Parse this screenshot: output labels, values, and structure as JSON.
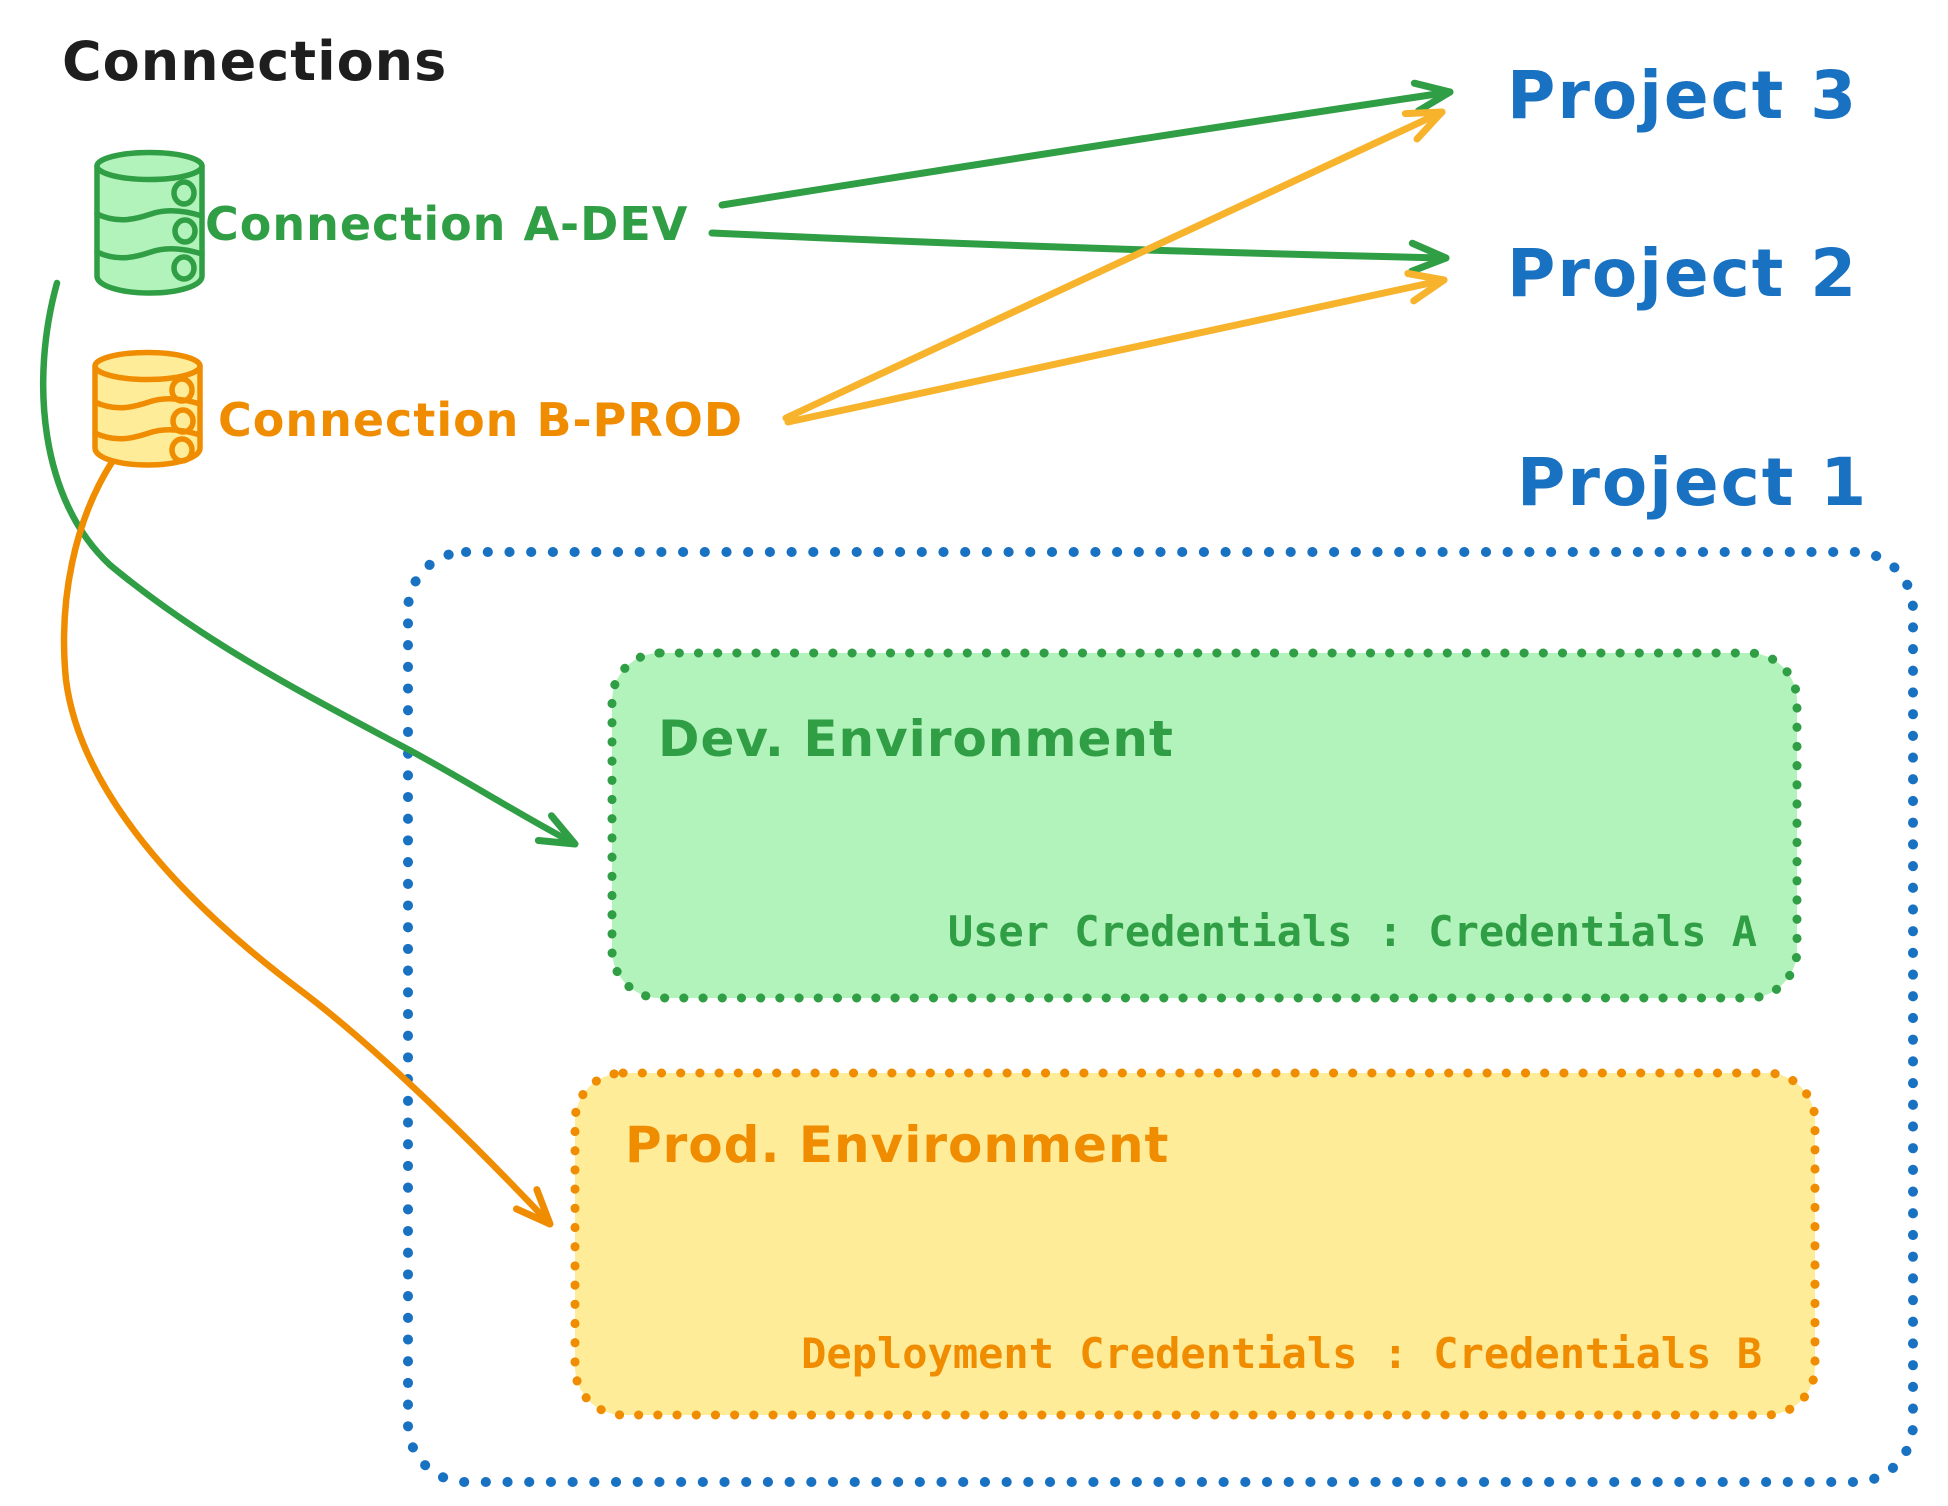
{
  "diagram": {
    "title": "Connections",
    "connections": [
      {
        "id": "a-dev",
        "label": "Connection A-DEV",
        "color": "#2f9e44"
      },
      {
        "id": "b-prod",
        "label": "Connection B-PROD",
        "color": "#f08c00"
      }
    ],
    "projects": [
      {
        "id": "project-3",
        "label": "Project 3"
      },
      {
        "id": "project-2",
        "label": "Project 2"
      },
      {
        "id": "project-1",
        "label": "Project 1"
      }
    ],
    "project1_box": {
      "environments": [
        {
          "id": "dev",
          "name": "Dev. Environment",
          "credentials_label": "User Credentials : Credentials A"
        },
        {
          "id": "prod",
          "name": "Prod. Environment",
          "credentials_label": "Deployment Credentials : Credentials B"
        }
      ]
    },
    "edges": [
      {
        "from": "Connection A-DEV",
        "to": "Project 3",
        "style": "straight",
        "color": "#2f9e44"
      },
      {
        "from": "Connection A-DEV",
        "to": "Project 2",
        "style": "straight",
        "color": "#2f9e44"
      },
      {
        "from": "Connection A-DEV",
        "to": "Dev. Environment",
        "style": "curved",
        "color": "#2f9e44"
      },
      {
        "from": "Connection B-PROD",
        "to": "Project 3",
        "style": "straight",
        "color": "#f7b32b"
      },
      {
        "from": "Connection B-PROD",
        "to": "Project 2",
        "style": "straight",
        "color": "#f7b32b"
      },
      {
        "from": "Connection B-PROD",
        "to": "Prod. Environment",
        "style": "curved",
        "color": "#f08c00"
      }
    ],
    "colors": {
      "title_black": "#1e1e1e",
      "project_blue": "#1971c2",
      "green_stroke": "#2f9e44",
      "green_fill": "#b2f2bb",
      "orange_stroke": "#f08c00",
      "orange_fill": "#ffec99",
      "yellow_arrow": "#f7b32b",
      "background": "#ffffff"
    }
  }
}
